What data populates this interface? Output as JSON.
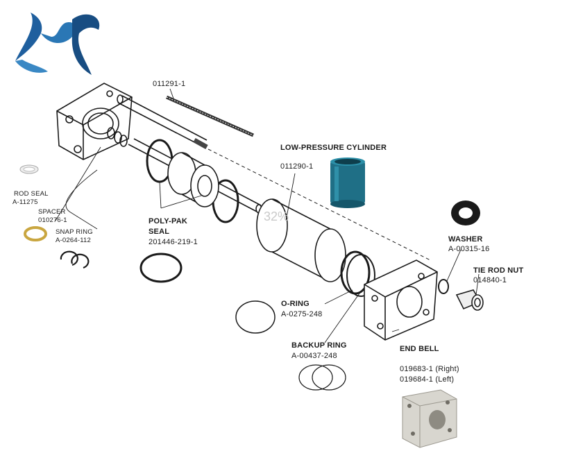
{
  "labels": {
    "tie_rod": "011291-1",
    "low_pressure_cylinder_title": "LOW-PRESSURE CYLINDER",
    "low_pressure_cylinder_part": "011290-1",
    "rod_seal_title": "ROD SEAL",
    "rod_seal_part": "A-11275",
    "spacer_title": "SPACER",
    "spacer_part": "010276-1",
    "snap_ring_title": "SNAP RING",
    "snap_ring_part": "A-0264-112",
    "poly_pak_title_1": "POLY-PAK",
    "poly_pak_title_2": "SEAL",
    "poly_pak_part": "201446-219-1",
    "washer_title": "WASHER",
    "washer_part": "A-00315-16",
    "tie_rod_nut_title": "TIE ROD NUT",
    "tie_rod_nut_part": "014840-1",
    "o_ring_title": "O-RING",
    "o_ring_part": "A-0275-248",
    "backup_ring_title": "BACKUP RING",
    "backup_ring_part": "A-00437-248",
    "end_bell_title": "END BELL",
    "end_bell_right": "019683-1 (Right)",
    "end_bell_left": "019684-1 (Left)",
    "watermark": "32%"
  },
  "colors": {
    "line": "#1a1a1a",
    "cylinder_teal": "#1f6f86",
    "snap_ring_gold": "#c9a640",
    "logo_blue": "#1f5f9e",
    "end_bell_metal": "#d8d6cf"
  },
  "icons": {
    "logo": "bird-logo-icon"
  }
}
